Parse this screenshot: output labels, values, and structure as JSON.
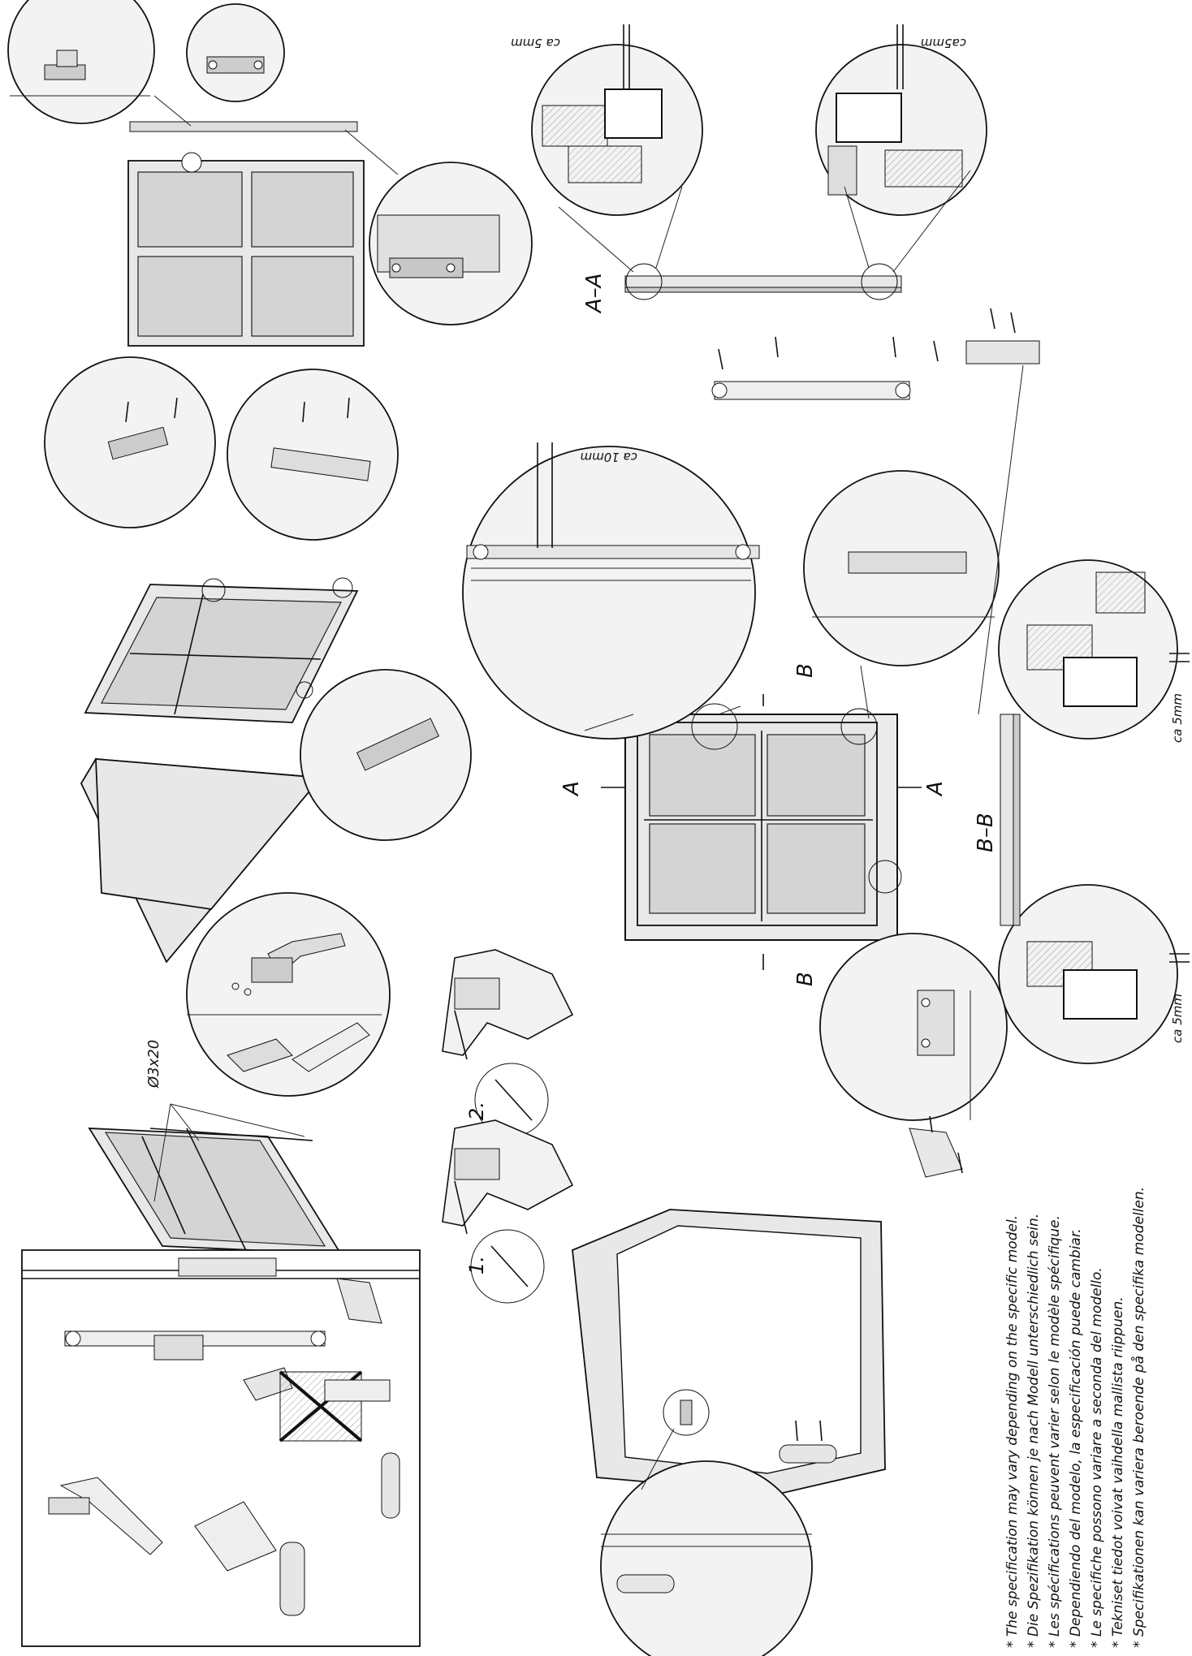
{
  "section_labels": {
    "aa": "A–A",
    "bb": "B–B",
    "a_left": "A",
    "a_right": "A",
    "b_top": "B",
    "b_bottom": "B"
  },
  "dimensions": {
    "aa_left": "ca 5mm",
    "aa_right": "ca5mm",
    "stay_gap": "ca 10mm",
    "bb_top": "ca 5mm",
    "bb_bottom": "ca 5mm",
    "screw": "Ø3x20"
  },
  "steps": {
    "step1": "1.",
    "step2": "2."
  },
  "notes": [
    "* The specification may vary depending on the specific model.",
    "* Die Spezifikation können je nach Modell unterschiedlich sein.",
    "* Les spécifications peuvent varier selon le modèle spécifique.",
    "* Dependiendo del modelo, la especificación puede cambiar.",
    "* Le specifiche possono variare a seconda del modello.",
    "* Tekniset tiedot voivat vaihdella mallista riippuen.",
    "* Specifikationen kan variera beroende på den specifika modellen."
  ]
}
